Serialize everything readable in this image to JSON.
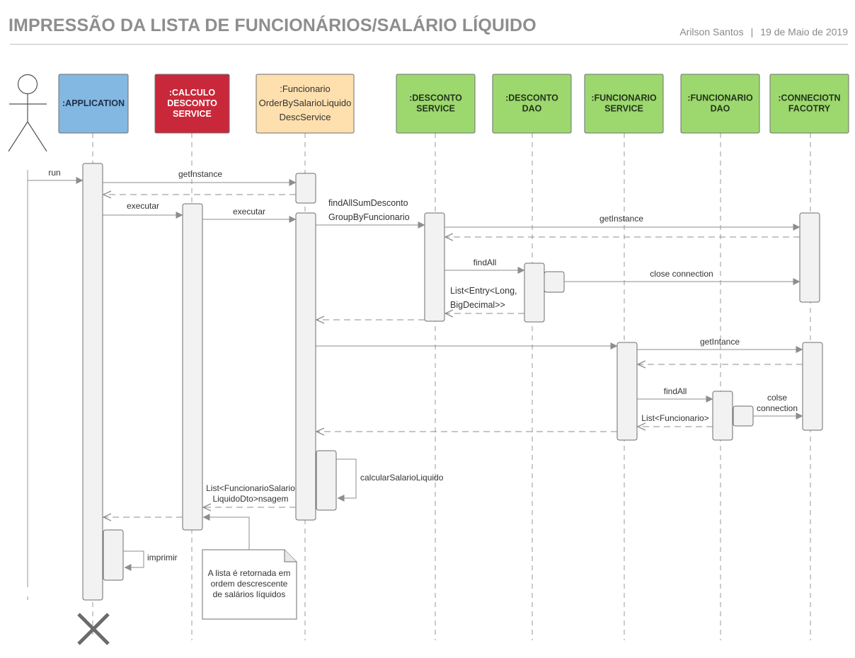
{
  "header": {
    "title": "IMPRESSÃO DA LISTA DE FUNCIONÁRIOS/SALÁRIO LÍQUIDO",
    "author": "Arilson Santos",
    "separator": "|",
    "date": "19 de Maio de 2019"
  },
  "participants": [
    {
      "id": "app",
      "lines": [
        ":APPLICATION"
      ],
      "fill": "#83b8e3",
      "text_color": "#1d2f45",
      "bold": true
    },
    {
      "id": "calc",
      "lines": [
        ":CALCULO",
        "DESCONTO",
        "SERVICE"
      ],
      "fill": "#c9283a",
      "text_color": "#ffffff",
      "bold": true
    },
    {
      "id": "func_order",
      "lines": [
        ":Funcionario",
        "OrderBySalarioLiquido",
        "DescService"
      ],
      "fill": "#fedfae",
      "text_color": "#333333",
      "bold": false
    },
    {
      "id": "desc_svc",
      "lines": [
        ":DESCONTO",
        "SERVICE"
      ],
      "fill": "#9dd86f",
      "text_color": "#22351a",
      "bold": true
    },
    {
      "id": "desc_dao",
      "lines": [
        ":DESCONTO",
        "DAO"
      ],
      "fill": "#9dd86f",
      "text_color": "#22351a",
      "bold": true
    },
    {
      "id": "func_svc",
      "lines": [
        ":FUNCIONARIO",
        "SERVICE"
      ],
      "fill": "#9dd86f",
      "text_color": "#22351a",
      "bold": true
    },
    {
      "id": "func_dao",
      "lines": [
        ":FUNCIONARIO",
        "DAO"
      ],
      "fill": "#9dd86f",
      "text_color": "#22351a",
      "bold": true
    },
    {
      "id": "conn",
      "lines": [
        ":CONNECIOTN",
        "FACOTRY"
      ],
      "fill": "#9dd86f",
      "text_color": "#22351a",
      "bold": true
    }
  ],
  "messages": {
    "run": "run",
    "get_instance_1": "getInstance",
    "executar_1": "executar",
    "executar_2": "executar",
    "find_all_sum_1": "findAllSumDesconto",
    "find_all_sum_2": "GroupByFuncionario",
    "get_instance_2": "getInstance",
    "find_all_1": "findAll",
    "close_connection": "close connection",
    "list_entry_1": "List<Entry<Long,",
    "list_entry_2": "BigDecimal>>",
    "get_intance": "getIntance",
    "find_all_2": "findAll",
    "colse_1": "colse",
    "colse_2": "connection",
    "list_funcionario": "List<Funcionario>",
    "calcular": "calcularSalarioLiquido",
    "list_dto_1": "List<FuncionarioSalario",
    "list_dto_2": "LiquidoDto>nsagem",
    "imprimir": "imprimir"
  },
  "note": {
    "lines": [
      "A lista é retornada em",
      "ordem descrescente",
      "de salários líquidos"
    ]
  },
  "colors": {
    "line": "#9a9a9a",
    "activation_fill": "#f2f2f2",
    "activation_stroke": "#6d6d6d",
    "text": "#333333",
    "destroy": "#6b6b6b"
  },
  "icons": {
    "actor": "stick-figure-icon",
    "destroy": "destroy-x-icon"
  }
}
